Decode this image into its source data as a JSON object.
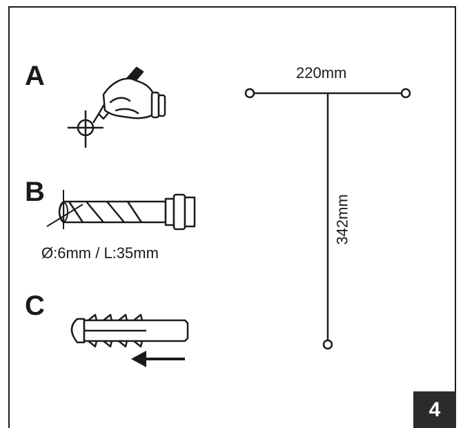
{
  "steps": {
    "a_label": "A",
    "b_label": "B",
    "c_label": "C"
  },
  "drill_spec": "Ø:6mm / L:35mm",
  "template": {
    "width_label": "220mm",
    "height_label": "342mm"
  },
  "figure_number": "4",
  "icons": [
    "pen-hand-marking-icon",
    "crosshair-icon",
    "drill-bit-icon",
    "wall-plug-icon",
    "arrow-left-icon"
  ]
}
